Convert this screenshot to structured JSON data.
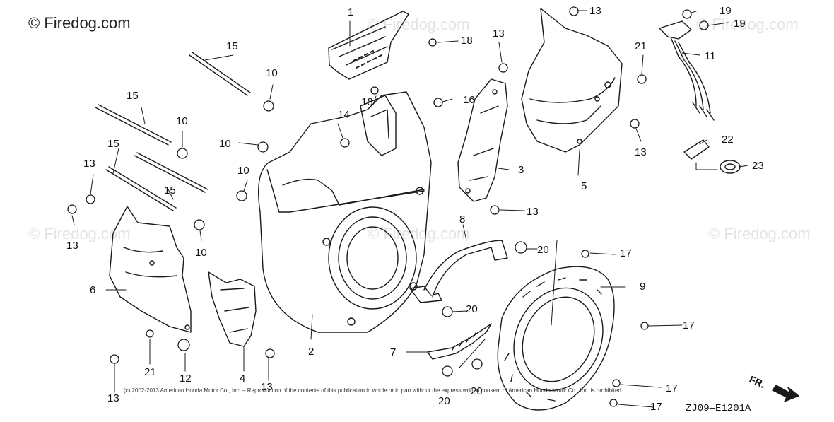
{
  "brand": "© Firedog.com",
  "watermarks": [
    "© Firedog.com",
    "© Firedog.com",
    "© Firedog.com",
    "© Firedog.com",
    "© Firedog.com"
  ],
  "copyright": "(c) 2002-2013 American Honda Motor Co., Inc. – Reproduction of the contents of this publication in whole or in part without the express written consent of American Honda Motor Co., Inc. is prohibited.",
  "diagram_code": "ZJ09—E1201A",
  "direction_label": "FR.",
  "callouts": [
    "1",
    "2",
    "3",
    "4",
    "5",
    "6",
    "7",
    "8",
    "9",
    "10",
    "10",
    "10",
    "10",
    "10",
    "11",
    "12",
    "13",
    "13",
    "13",
    "13",
    "13",
    "13",
    "13",
    "13",
    "14",
    "15",
    "15",
    "15",
    "15",
    "16",
    "17",
    "17",
    "17",
    "17",
    "18",
    "18",
    "19",
    "19",
    "20",
    "20",
    "20",
    "20",
    "21",
    "21",
    "22",
    "23"
  ],
  "colors": {
    "line": "#1a1a1a",
    "watermark": "#e4e4e4",
    "text": "#111111"
  }
}
